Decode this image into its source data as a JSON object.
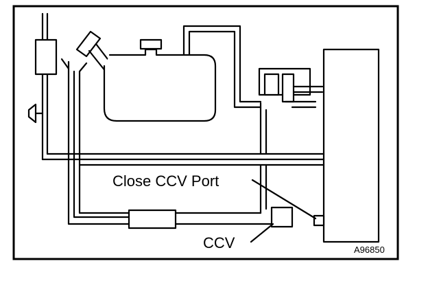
{
  "diagram": {
    "labels": {
      "close_ccv_port": "Close CCV Port",
      "ccv": "CCV",
      "figure_code": "A96850"
    }
  }
}
